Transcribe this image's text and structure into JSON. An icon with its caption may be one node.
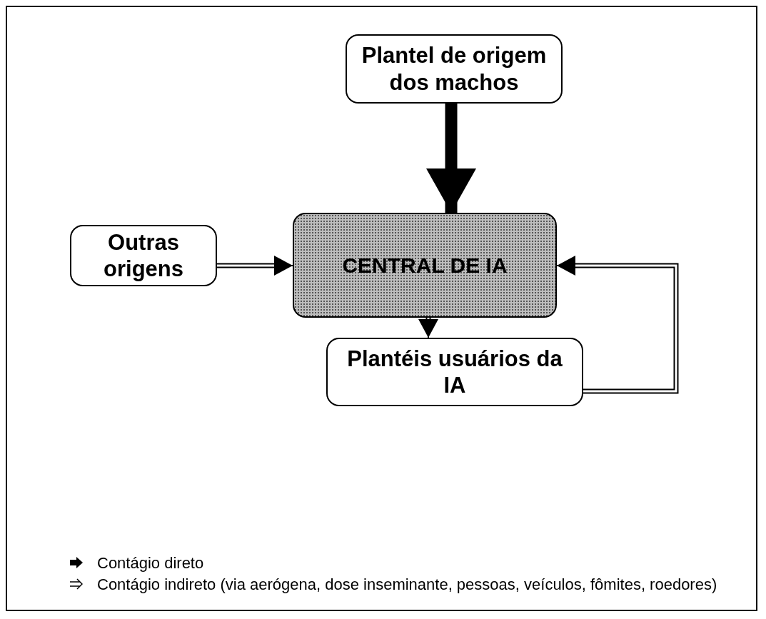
{
  "diagram": {
    "nodes": [
      {
        "text": [
          "Plantel de origem dos machos"
        ]
      },
      {
        "text": [
          "Outras origens"
        ]
      },
      {
        "text": [
          "CENTRAL DE IA"
        ]
      },
      {
        "text": [
          "Plantéis usuários da IA"
        ]
      }
    ],
    "edges": [
      {
        "from": 0,
        "to": 2,
        "arrow": "to",
        "style": "thick"
      },
      {
        "from": 1,
        "to": 2,
        "arrow": "to"
      },
      {
        "from": 2,
        "to": 3,
        "arrow": "to"
      },
      {
        "from": 3,
        "to": 2,
        "arrow": "to"
      }
    ],
    "legend": [
      {
        "text": "Contágio direto"
      },
      {
        "text": "Contágio indireto (via aerógena, dose inseminante, pessoas, veículos, fômites, roedores)"
      }
    ]
  }
}
